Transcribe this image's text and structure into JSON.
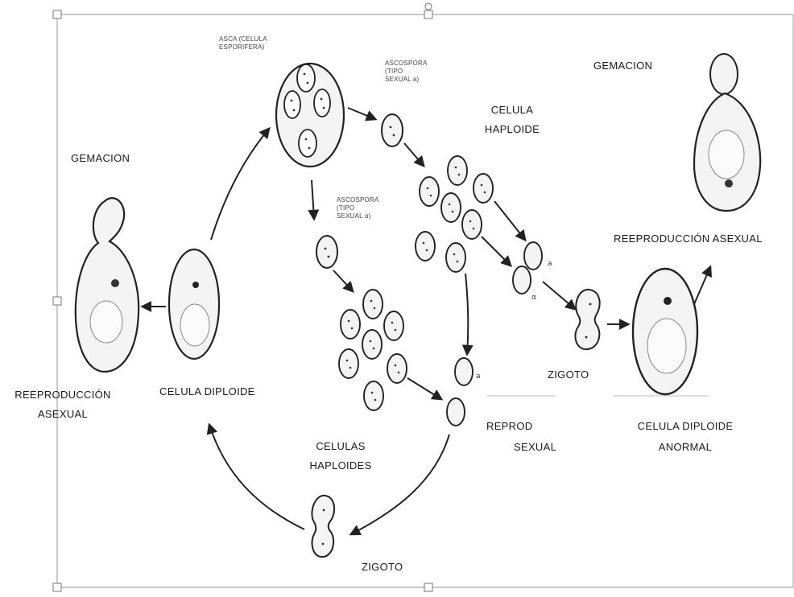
{
  "labels": {
    "gemacion_left": "GEMACION",
    "gemacion_right": "GEMACION",
    "celula_haploide": [
      "CELULA",
      "HAPLOIDE"
    ],
    "reproduccion_asexual_left": [
      "REEPRODUCCIÓN",
      "ASEXUAL"
    ],
    "celula_diploide": "CELULA DIPLOIDE",
    "reproduccion_asexual_right": "REEPRODUCCIÓN ASEXUAL",
    "zigoto_right": "ZIGOTO",
    "reprod_sexual": [
      "REPROD",
      "SEXUAL"
    ],
    "celula_diploide_anormal": [
      "CELULA DIPLOIDE",
      "ANORMAL"
    ],
    "celulas_haploides": [
      "CELULAS",
      "HAPLOIDES"
    ],
    "zigoto_bottom": "ZIGOTO"
  },
  "scan_labels": {
    "asca": [
      "ASCA (CELULA",
      "ESPORIFERA)"
    ],
    "ascospora_a": [
      "ASCOSPORA",
      "(TIPO",
      "SEXUAL a)"
    ],
    "ascospora_alpha": [
      "ASCOSPORA",
      "(TIPO",
      "SEXUAL α)"
    ]
  },
  "colors": {
    "ink": "#1f1f1f",
    "frame": "#9a9a9a",
    "cell_fill": "#f4f4f4"
  }
}
